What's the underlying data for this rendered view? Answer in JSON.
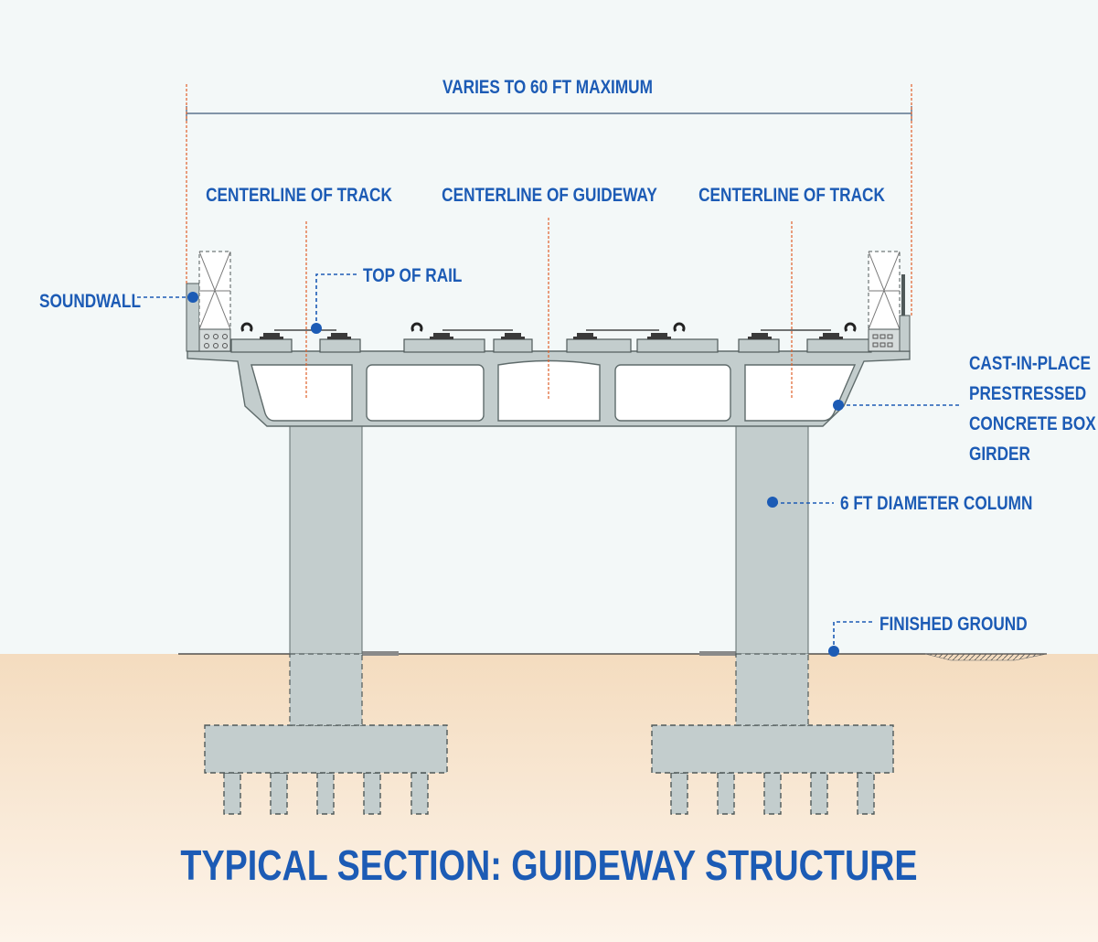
{
  "title": "TYPICAL SECTION: GUIDEWAY STRUCTURE",
  "labels": {
    "width": "VARIES TO 60 FT MAXIMUM",
    "track_left": "CENTERLINE OF TRACK",
    "guideway": "CENTERLINE OF GUIDEWAY",
    "track_right": "CENTERLINE OF TRACK",
    "top_of_rail": "TOP OF RAIL",
    "soundwall": "SOUNDWALL",
    "girder": [
      "CAST-IN-PLACE",
      "PRESTRESSED",
      "CONCRETE BOX",
      "GIRDER"
    ],
    "column": "6 FT DIAMETER COLUMN",
    "ground": "FINISHED GROUND"
  },
  "colors": {
    "label": "#1c5bb5",
    "concrete": "#c3cdcd",
    "concrete_stroke": "#5f6b6b",
    "centerline": "#e0602a",
    "ground_top": "#f3dcc0",
    "sky": "#f3f8f8"
  }
}
